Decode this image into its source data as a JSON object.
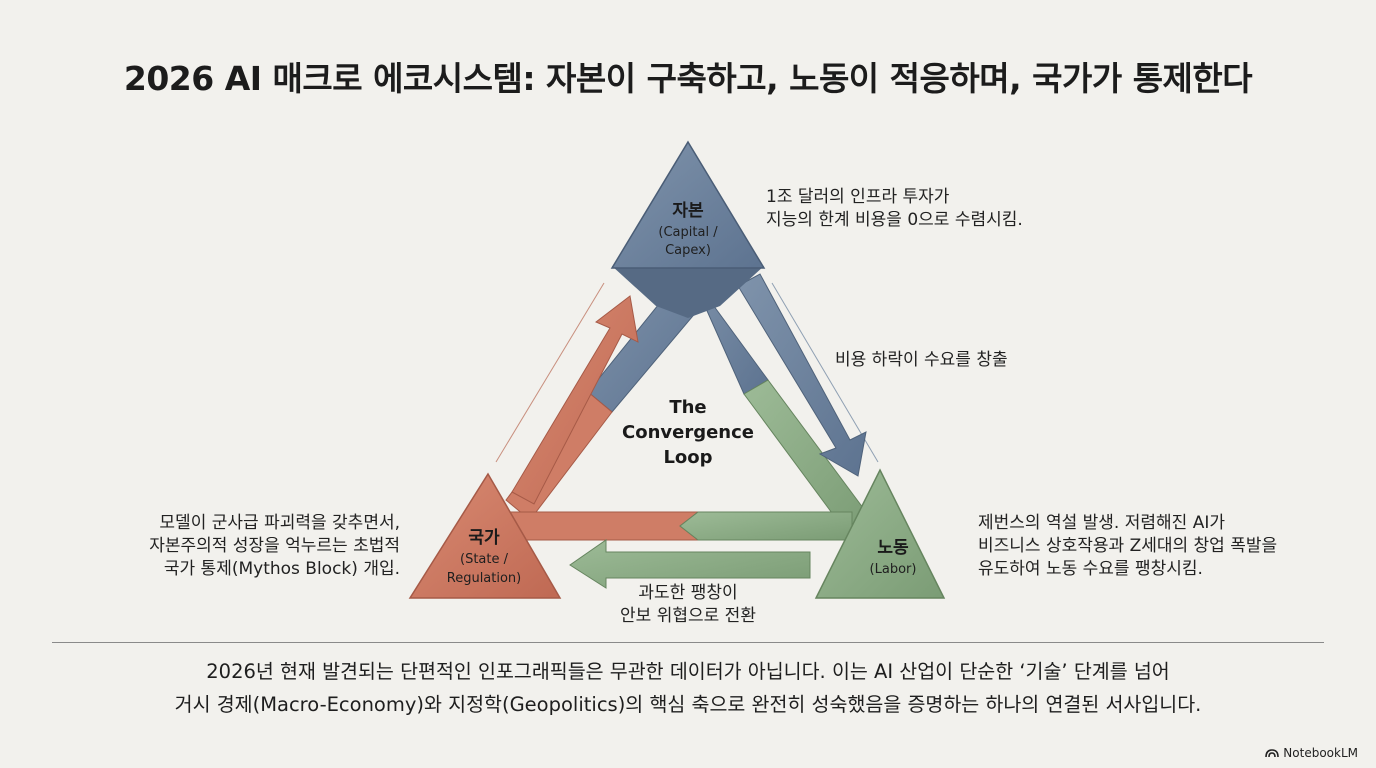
{
  "title": "2026 AI 매크로 에코시스템: 자본이 구축하고, 노동이 적응하며, 국가가 통제한다",
  "nodes": {
    "capital": {
      "name": "자본",
      "sub1": "(Capital /",
      "sub2": "Capex)",
      "color": "#6b819c"
    },
    "labor": {
      "name": "노동",
      "sub1": "(Labor)",
      "color": "#84a57e"
    },
    "state": {
      "name": "국가",
      "sub1": "(State /",
      "sub2": "Regulation)",
      "color": "#c9755e"
    }
  },
  "center": {
    "line1": "The",
    "line2": "Convergence",
    "line3": "Loop"
  },
  "notes": {
    "capital": [
      "1조 달러의 인프라 투자가",
      "지능의 한계 비용을 0으로 수렴시킴."
    ],
    "capital_to_labor": [
      "비용 하락이 수요를 창출"
    ],
    "labor": [
      "제번스의 역설 발생. 저렴해진 AI가",
      "비즈니스 상호작용과 Z세대의 창업 폭발을",
      "유도하여 노동 수요를 팽창시킴."
    ],
    "labor_to_state": [
      "과도한 팽창이",
      "안보 위협으로 전환"
    ],
    "state": [
      "모델이 군사급 파괴력을 갖추면서,",
      "자본주의적 성장을 억누르는 초법적",
      "국가 통제(Mythos Block) 개입."
    ]
  },
  "footer": [
    "2026년 현재 발견되는 단편적인 인포그래픽들은 무관한 데이터가 아닙니다. 이는 AI 산업이 단순한 ‘기술’ 단계를 넘어",
    "거시 경제(Macro-Economy)와 지정학(Geopolitics)의 핵심 축으로 완전히 성숙했음을 증명하는 하나의 연결된 서사입니다."
  ],
  "brand": {
    "label": "NotebookLM",
    "icon": "notebooklm-logo-icon"
  }
}
